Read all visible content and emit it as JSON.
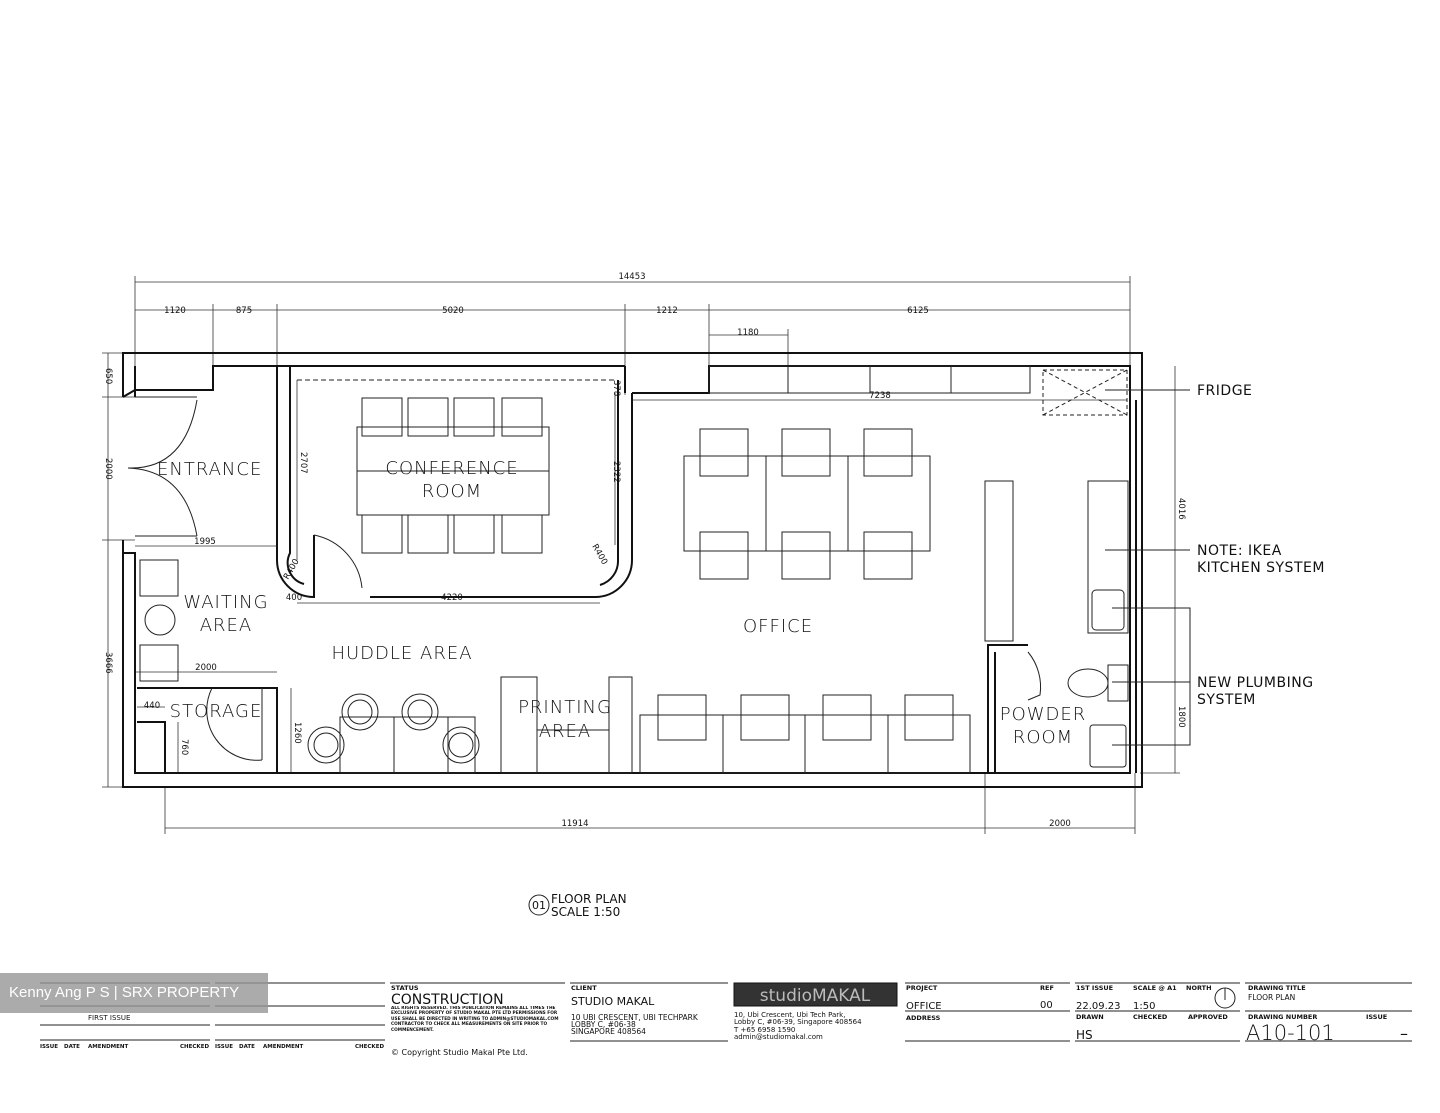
{
  "rooms": {
    "entrance": "ENTRANCE",
    "conference_1": "CONFERENCE",
    "conference_2": "ROOM",
    "waiting_1": "WAITING",
    "waiting_2": "AREA",
    "huddle": "HUDDLE AREA",
    "storage": "STORAGE",
    "printing_1": "PRINTING",
    "printing_2": "AREA",
    "office": "OFFICE",
    "powder_1": "POWDER",
    "powder_2": "ROOM"
  },
  "dimensions": {
    "overall": "14453",
    "d1120": "1120",
    "d875": "875",
    "d5020": "5020",
    "d1212": "1212",
    "d6125": "6125",
    "d1180": "1180",
    "d7238": "7238",
    "d378": "378",
    "d2707": "2707",
    "d2322": "2322",
    "d4016": "4016",
    "d650": "650",
    "d2000_left": "2000",
    "d3666": "3666",
    "d1995": "1995",
    "r400_left": "R400",
    "r400_right": "R400",
    "d400": "400",
    "d4220": "4220",
    "d2000_storage": "2000",
    "d440": "440",
    "d760": "760",
    "d1260": "1260",
    "d11914": "11914",
    "d2000_bottom": "2000",
    "d1800": "1800"
  },
  "annotations": {
    "fridge": "FRIDGE",
    "note_1": "NOTE: IKEA",
    "note_2": "KITCHEN SYSTEM",
    "plumbing_1": "NEW PLUMBING",
    "plumbing_2": "SYSTEM"
  },
  "caption": {
    "number": "01",
    "title": "FLOOR PLAN",
    "scale": "SCALE 1:50"
  },
  "title_block": {
    "revision_headers": [
      "ISSUE",
      "DATE",
      "AMENDMENT",
      "CHECKED"
    ],
    "first_issue_label": "FIRST ISSUE",
    "status_label": "STATUS",
    "status": "CONSTRUCTION",
    "rights_text": "ALL RIGHTS RESERVED. THIS PUBLICATION REMAINS ALL TIMES THE EXCLUSIVE PROPERTY OF STUDIO MAKAL PTE LTD PERMISSIONS FOR USE SHALL BE DIRECTED IN WRITING TO ADMIN@STUDIOMAKAL.COM CONTRACTOR TO CHECK ALL MEASUREMENTS ON SITE PRIOR TO COMMENCEMENT.",
    "copyright": "© Copyright Studio Makal Pte Ltd.",
    "client_label": "CLIENT",
    "client": "STUDIO MAKAL",
    "client_addr_1": "10 UBI CRESCENT, UBI TECHPARK",
    "client_addr_2": "LOBBY C, #06-38",
    "client_addr_3": "SINGAPORE 408564",
    "logo": "studioMAKAL",
    "studio_addr_1": "10, Ubi Crescent, Ubi Tech Park,",
    "studio_addr_2": "Lobby C, #06-39, Singapore 408564",
    "studio_phone": "T +65 6958 1590",
    "studio_email": "admin@studiomakal.com",
    "project_label": "PROJECT",
    "project": "OFFICE",
    "ref_label": "REF",
    "ref": "00",
    "address_label": "ADDRESS",
    "first_issue_hdr": "1ST ISSUE",
    "first_issue": "22.09.23",
    "scale_label": "SCALE @ A1",
    "scale": "1:50",
    "north_label": "NORTH",
    "drawn_label": "DRAWN",
    "drawn": "HS",
    "checked_label": "CHECKED",
    "approved_label": "APPROVED",
    "drawing_title_label": "DRAWING TITLE",
    "drawing_title": "FLOOR PLAN",
    "drawing_number_label": "DRAWING NUMBER",
    "drawing_number": "A10-101",
    "issue_label": "ISSUE",
    "issue": "–"
  },
  "watermark": "Kenny Ang P S | SRX PROPERTY"
}
